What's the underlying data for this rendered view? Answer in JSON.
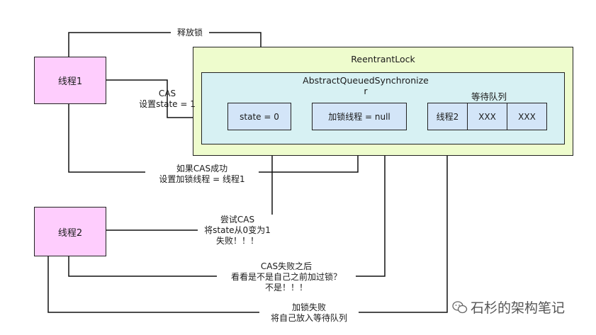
{
  "threads": {
    "thread1": "线程1",
    "thread2": "线程2"
  },
  "reentrant_lock": {
    "title": "ReentrantLock"
  },
  "aqs": {
    "title_line1": "AbstractQueuedSynchronize",
    "title_line2": "r"
  },
  "fields": {
    "state": "state = 0",
    "lock_thread": "加锁线程 = null"
  },
  "queue": {
    "title": "等待队列",
    "items": [
      "线程2",
      "XXX",
      "XXX"
    ]
  },
  "labels": {
    "release_lock": "释放锁",
    "cas_line1": "CAS",
    "cas_line2": "设置state = 1",
    "cas_success_line1": "如果CAS成功",
    "cas_success_line2": "设置加锁线程 = 线程1",
    "try_cas_line1": "尝试CAS",
    "try_cas_line2": "将state从0变为1",
    "try_cas_line3": "失败！！！",
    "cas_fail_line1": "CAS失败之后",
    "cas_fail_line2": "看看是不是自己之前加过锁？",
    "cas_fail_line3": "不是！！！",
    "lock_fail_line1": "加锁失败",
    "lock_fail_line2": "将自己放入等待队列"
  },
  "watermark": {
    "text": "石杉的架构笔记"
  }
}
